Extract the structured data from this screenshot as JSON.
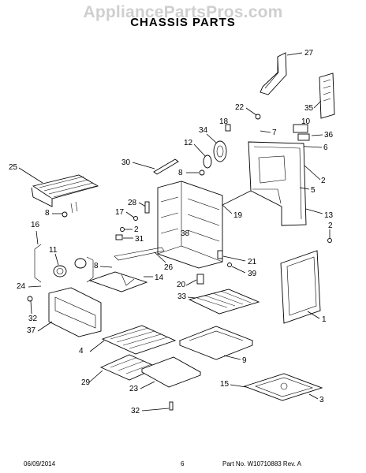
{
  "watermark": "AppliancePartsPros.com",
  "title": "CHASSIS PARTS",
  "footer": {
    "date": "06/09/2014",
    "page": "6",
    "part_ref": "Part No. W10710883 Rev. A"
  },
  "callouts": [
    {
      "id": "c27",
      "label": "27"
    },
    {
      "id": "c35",
      "label": "35"
    },
    {
      "id": "c22",
      "label": "22"
    },
    {
      "id": "c10",
      "label": "10"
    },
    {
      "id": "c18",
      "label": "18"
    },
    {
      "id": "c7",
      "label": "7"
    },
    {
      "id": "c36",
      "label": "36"
    },
    {
      "id": "c34",
      "label": "34"
    },
    {
      "id": "c6",
      "label": "6"
    },
    {
      "id": "c12",
      "label": "12"
    },
    {
      "id": "c30",
      "label": "30"
    },
    {
      "id": "c8a",
      "label": "8"
    },
    {
      "id": "c2a",
      "label": "2"
    },
    {
      "id": "c5",
      "label": "5"
    },
    {
      "id": "c25",
      "label": "25"
    },
    {
      "id": "c28",
      "label": "28"
    },
    {
      "id": "c19",
      "label": "19"
    },
    {
      "id": "c13",
      "label": "13"
    },
    {
      "id": "c8b",
      "label": "8"
    },
    {
      "id": "c17",
      "label": "17"
    },
    {
      "id": "c16",
      "label": "16"
    },
    {
      "id": "c2b",
      "label": "2"
    },
    {
      "id": "c38",
      "label": "38"
    },
    {
      "id": "c2c",
      "label": "2"
    },
    {
      "id": "c31",
      "label": "31"
    },
    {
      "id": "c11",
      "label": "11"
    },
    {
      "id": "c8c",
      "label": "8"
    },
    {
      "id": "c26",
      "label": "26"
    },
    {
      "id": "c21",
      "label": "21"
    },
    {
      "id": "c14",
      "label": "14"
    },
    {
      "id": "c39",
      "label": "39"
    },
    {
      "id": "c24",
      "label": "24"
    },
    {
      "id": "c20",
      "label": "20"
    },
    {
      "id": "c33",
      "label": "33"
    },
    {
      "id": "c32a",
      "label": "32"
    },
    {
      "id": "c37",
      "label": "37"
    },
    {
      "id": "c1",
      "label": "1"
    },
    {
      "id": "c4",
      "label": "4"
    },
    {
      "id": "c9",
      "label": "9"
    },
    {
      "id": "c29",
      "label": "29"
    },
    {
      "id": "c23",
      "label": "23"
    },
    {
      "id": "c15",
      "label": "15"
    },
    {
      "id": "c3",
      "label": "3"
    },
    {
      "id": "c32b",
      "label": "32"
    }
  ]
}
